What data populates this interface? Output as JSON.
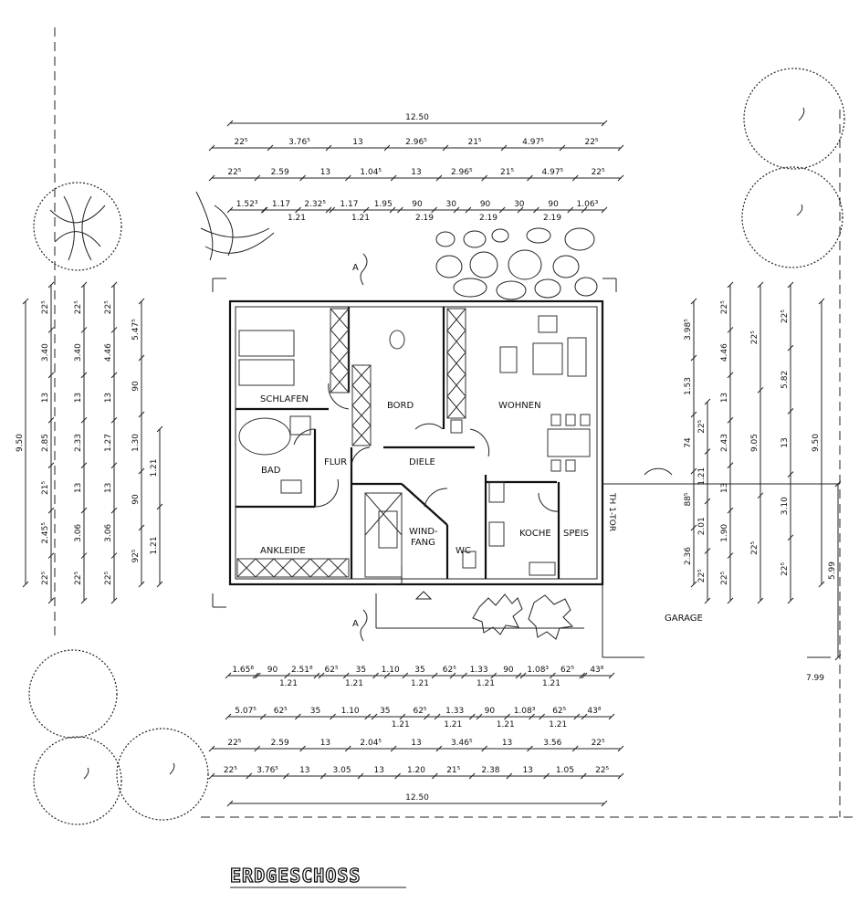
{
  "title": "ERDGESCHOSS",
  "section_markers": [
    "A",
    "A"
  ],
  "rooms": {
    "schlafen": "SCHLAFEN",
    "bord": "BORD",
    "wohnen": "WOHNEN",
    "bad": "BAD",
    "flur": "FLUR",
    "diele": "DIELE",
    "windfang": "WIND-\nFANG",
    "windfang_1": "WIND-",
    "windfang_2": "FANG",
    "wc": "WC",
    "koche": "KOCHE",
    "speis": "SPEIS",
    "ankleide": "ANKLEIDE",
    "garage": "GARAGE",
    "th": "TH 1-TOR"
  },
  "dims_top": {
    "r1": [
      "12.50"
    ],
    "r2": [
      "22⁵",
      "3.76⁵",
      "13",
      "2.96⁵",
      "21⁵",
      "4.97⁵",
      "22⁵"
    ],
    "r3": [
      "22⁵",
      "2.59",
      "13",
      "1.04⁵",
      "13",
      "2.96⁵",
      "21⁵",
      "4.97⁵",
      "22⁵"
    ],
    "r4": [
      "1.52³",
      "1.17",
      "2.32⁵",
      "1.17",
      "1.95",
      "90",
      "30",
      "90",
      "30",
      "90",
      "1.06³"
    ],
    "r5": [
      "1.21",
      "1.21",
      "2.19",
      "2.19",
      "2.19"
    ]
  },
  "dims_bottom": {
    "r1a": [
      "1.65⁸",
      "90",
      "2.51⁸",
      "62⁵",
      "35",
      "1.10",
      "35",
      "62⁵",
      "1.33",
      "90",
      "1.08³",
      "62⁵",
      "43⁸"
    ],
    "r1b": [
      "1.21",
      "1.21",
      "1.21",
      "1.21",
      "1.21"
    ],
    "r2a": [
      "5.07⁵",
      "62⁵",
      "35",
      "1.10",
      "35",
      "62⁵",
      "1.33",
      "90",
      "1.08³",
      "62⁵",
      "43⁸"
    ],
    "r2b": [
      "1.21",
      "1.21",
      "1.21",
      "1.21"
    ],
    "r3": [
      "22⁵",
      "2.59",
      "13",
      "2.04⁵",
      "13",
      "3.46⁵",
      "13",
      "3.56",
      "22⁵"
    ],
    "r4": [
      "22⁵",
      "3.76⁵",
      "13",
      "3.05",
      "13",
      "1.20",
      "21⁵",
      "2.38",
      "13",
      "1.05",
      "22⁵"
    ],
    "r5": [
      "12.50"
    ]
  },
  "dims_left": {
    "c1": [
      "9.50"
    ],
    "c2": [
      "22⁵",
      "3.40",
      "13",
      "2.85",
      "21⁵",
      "2.45⁵",
      "22⁵"
    ],
    "c3": [
      "22⁵",
      "3.40",
      "13",
      "2.33",
      "13",
      "3.06",
      "22⁵"
    ],
    "c4": [
      "22⁵",
      "4.46",
      "13",
      "1.27",
      "13",
      "3.06",
      "22⁵"
    ],
    "c5": [
      "5.47⁵",
      "90",
      "1.30",
      "90",
      "92⁵"
    ],
    "c6": [
      "1.21",
      "1.21"
    ]
  },
  "dims_right": {
    "c1": [
      "3.98⁵",
      "1.53",
      "74",
      "88⁵",
      "2.36"
    ],
    "c2": [
      "22⁵",
      "1.21",
      "2.01",
      "22⁵"
    ],
    "c3": [
      "22⁵",
      "4.46",
      "13",
      "2.43",
      "13",
      "1.90",
      "22⁵"
    ],
    "c4": [
      "22⁵",
      "9.05",
      "22⁵"
    ],
    "c5": [
      "22⁵",
      "5.82",
      "13",
      "3.10",
      "22⁵"
    ],
    "c6": [
      "9.50"
    ],
    "c7": [
      "5.99"
    ],
    "garage_w": [
      "7.99"
    ]
  }
}
